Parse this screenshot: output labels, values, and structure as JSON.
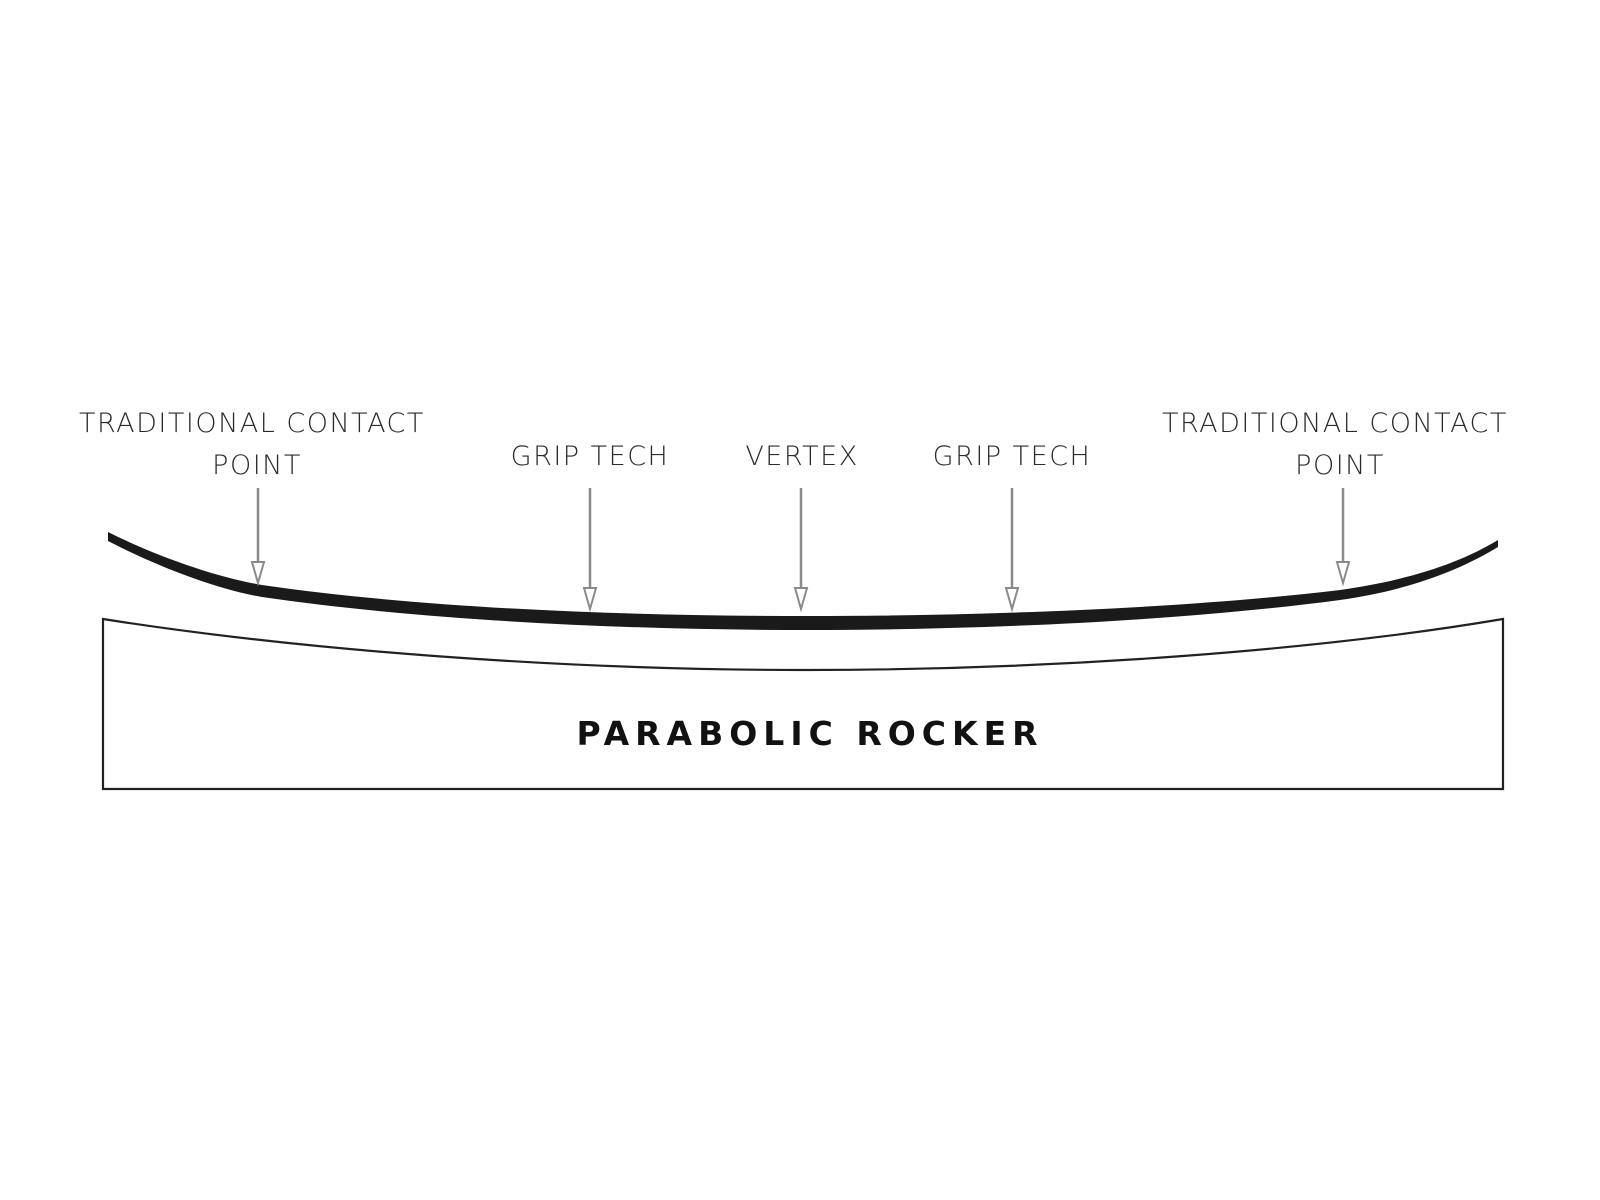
{
  "colors": {
    "board": "#1a1a1a",
    "arrow": "#8a8a8a",
    "text": "#2b2b2b",
    "background": "#ffffff"
  },
  "callouts": [
    {
      "id": "traditional-contact-left",
      "lines": [
        "TRADITIONAL CONTACT",
        "POINT"
      ]
    },
    {
      "id": "grip-tech-left",
      "lines": [
        "GRIP TECH"
      ]
    },
    {
      "id": "vertex",
      "lines": [
        "VERTEX"
      ]
    },
    {
      "id": "grip-tech-right",
      "lines": [
        "GRIP TECH"
      ]
    },
    {
      "id": "traditional-contact-right",
      "lines": [
        "TRADITIONAL CONTACT",
        "POINT"
      ]
    }
  ],
  "profile": {
    "title": "PARABOLIC ROCKER"
  }
}
